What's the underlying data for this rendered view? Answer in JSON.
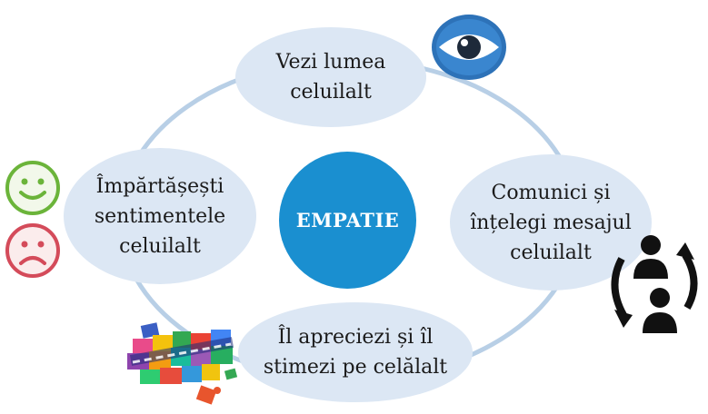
{
  "center": {
    "label": "EMPATIE"
  },
  "nodes": {
    "top": {
      "text": "Vezi lumea\nceluilalt"
    },
    "right": {
      "text": "Comunici și\nînțelegi mesajul\nceluilalt"
    },
    "bottom": {
      "text": "Îl apreciezi și îl\nstimezi pe celălalt"
    },
    "left": {
      "text": "Împărtășești\nsentimentele\nceluilalt"
    }
  },
  "icons": {
    "eye": "eye-icon",
    "smiley_happy": "happy-face-icon",
    "smiley_sad": "sad-face-icon",
    "people_exchange": "people-exchange-icon",
    "respect_puzzle": "respect-puzzle-icon"
  },
  "colors": {
    "center_fill": "#1a8fd0",
    "bubble_fill": "#dce7f4",
    "ring_stroke": "#b8cfe6"
  }
}
